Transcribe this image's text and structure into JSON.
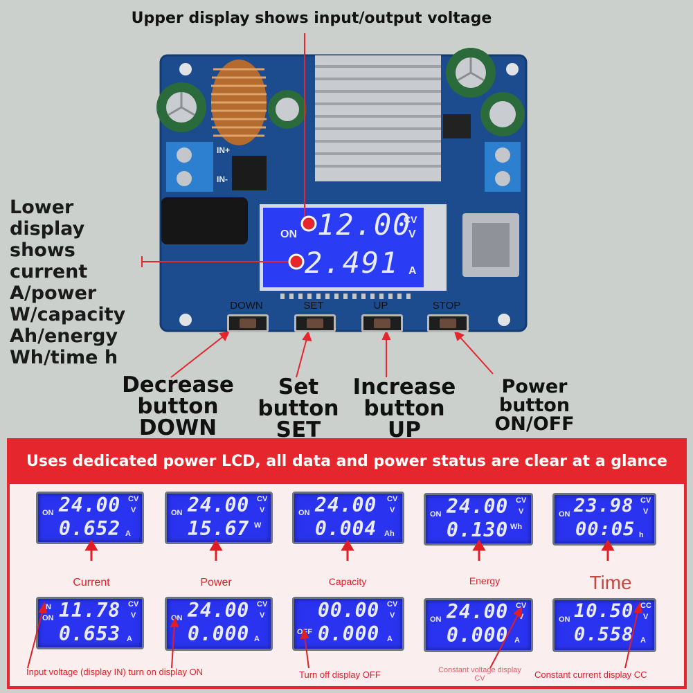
{
  "header": {
    "title": "Upper display shows input/output voltage"
  },
  "lower_display_label": [
    "Lower",
    "display",
    "shows",
    "current",
    "A/power",
    "W/capacity",
    "Ah/energy",
    "Wh/time h"
  ],
  "board": {
    "main_display": {
      "on": "ON",
      "upper_value": "12.00",
      "upper_unit_top": "CV",
      "upper_unit": "V",
      "lower_value": "2.491",
      "lower_unit": "A"
    },
    "buttons": [
      {
        "caption": "DOWN",
        "label": [
          "Decrease",
          "button",
          "DOWN"
        ]
      },
      {
        "caption": "SET",
        "label": [
          "Set",
          "button",
          "SET"
        ]
      },
      {
        "caption": "UP",
        "label": [
          "Increase",
          "button",
          "UP"
        ]
      },
      {
        "caption": "STOP",
        "label": [
          "Power",
          "button",
          "ON/OFF"
        ]
      }
    ],
    "terminal_in_plus": "IN+",
    "terminal_in_minus": "IN-"
  },
  "banner": {
    "text": "Uses dedicated power LCD, all data and power status are clear at a glance"
  },
  "lcd_row1": [
    {
      "status": "ON",
      "mode": "CV",
      "upper": "24.00",
      "upper_unit": "V",
      "lower": "0.652",
      "lower_unit": "A",
      "caption": "Current"
    },
    {
      "status": "ON",
      "mode": "CV",
      "upper": "24.00",
      "upper_unit": "V",
      "lower": "15.67",
      "lower_unit": "W",
      "caption": "Power"
    },
    {
      "status": "ON",
      "mode": "CV",
      "upper": "24.00",
      "upper_unit": "V",
      "lower": "0.004",
      "lower_unit": "Ah",
      "caption": "Capacity"
    },
    {
      "status": "ON",
      "mode": "CV",
      "upper": "24.00",
      "upper_unit": "V",
      "lower": "0.130",
      "lower_unit": "Wh",
      "caption": "Energy"
    },
    {
      "status": "ON",
      "mode": "CV",
      "upper": "23.98",
      "upper_unit": "V",
      "lower": "00:05",
      "lower_unit": "h",
      "caption": "Time"
    }
  ],
  "lcd_row2": [
    {
      "status_top": "IN",
      "status": "ON",
      "mode": "CV",
      "upper": "11.78",
      "upper_unit": "V",
      "lower": "0.653",
      "lower_unit": "A"
    },
    {
      "status": "ON",
      "mode": "CV",
      "upper": "24.00",
      "upper_unit": "V",
      "lower": "0.000",
      "lower_unit": "A"
    },
    {
      "status": "OFF",
      "mode": "CV",
      "upper": "00.00",
      "upper_unit": "V",
      "lower": "0.000",
      "lower_unit": "A"
    },
    {
      "status": "ON",
      "mode": "CV",
      "upper": "24.00",
      "upper_unit": "V",
      "lower": "0.000",
      "lower_unit": "A"
    },
    {
      "status": "ON",
      "mode": "CC",
      "upper": "10.50",
      "upper_unit": "V",
      "lower": "0.558",
      "lower_unit": "A"
    }
  ],
  "bottom_captions": {
    "in_on": "Input voltage (display IN) turn on display ON",
    "off": "Turn off display OFF",
    "cv_line1": "Constant voltage display",
    "cv_line2": "CV",
    "cc": "Constant current display CC"
  },
  "colors": {
    "accent_red": "#e5262c",
    "lcd_blue": "#2a34f0",
    "heatsink": "#c8cbcf",
    "pcb": "#1c4c8e"
  }
}
